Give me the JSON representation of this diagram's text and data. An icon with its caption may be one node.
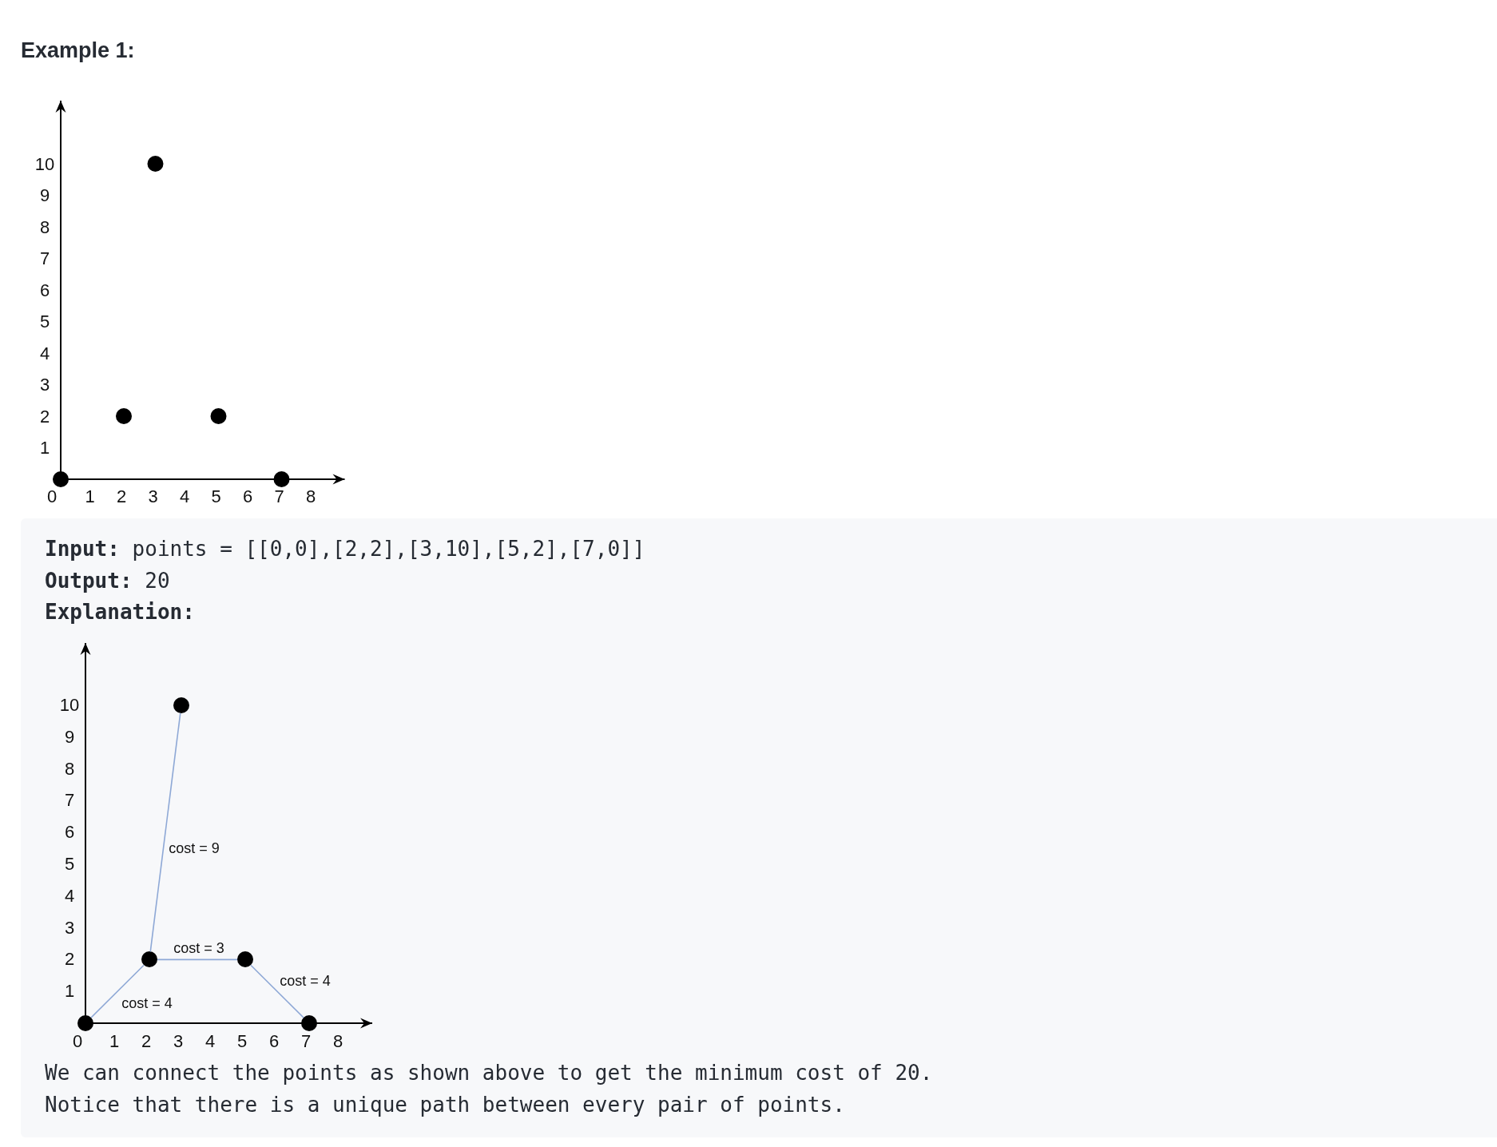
{
  "diagram": {
    "title": "Example 1:",
    "nodes": [
      {
        "text": [
          "**Input:** points = [[0,0],[2,2],[3,10],[5,2],[7,0]]",
          "**Output:** 20",
          "Explanation:",
          "We can connect the points as shown above to get the minimum cost of 20.",
          "Notice that there is a unique path between every pair of points."
        ]
      },
      {
        "text": [],
        "shape": "circle",
        "in": 0
      },
      {
        "text": [],
        "shape": "circle",
        "in": 0
      },
      {
        "text": [],
        "shape": "circle",
        "in": 0
      },
      {
        "text": [],
        "shape": "circle",
        "in": 0
      },
      {
        "text": [],
        "shape": "circle",
        "in": 0
      }
    ],
    "edges": [
      {
        "from": 2,
        "to": 1,
        "arrow": "none",
        "label": "cost = 9"
      },
      {
        "from": 2,
        "to": 3,
        "arrow": "none",
        "label": "cost = 3"
      },
      {
        "from": 3,
        "to": 5,
        "arrow": "none",
        "label": "cost = 4"
      },
      {
        "from": 4,
        "to": 2,
        "arrow": "none",
        "label": "cost = 4"
      }
    ],
    "labels": [
      "10",
      "9",
      "8",
      "7",
      "6",
      "5",
      "4",
      "3",
      "2",
      "1",
      "0",
      "1",
      "2",
      "3",
      "4",
      "5",
      "6",
      "7",
      "8"
    ],
    "chart_data": {
      "type": "scatter",
      "x": [
        0,
        2,
        3,
        5,
        7
      ],
      "series": [
        {
          "color": "#000000",
          "values": [
            0,
            2,
            10,
            2,
            0
          ]
        }
      ],
      "xlim": [
        0,
        9
      ],
      "ylim": [
        0,
        12
      ],
      "xticks": [
        0,
        1,
        2,
        3,
        4,
        5,
        6,
        7,
        8
      ],
      "yticks": [
        1,
        2,
        3,
        4,
        5,
        6,
        7,
        8,
        9,
        10
      ]
    }
  }
}
